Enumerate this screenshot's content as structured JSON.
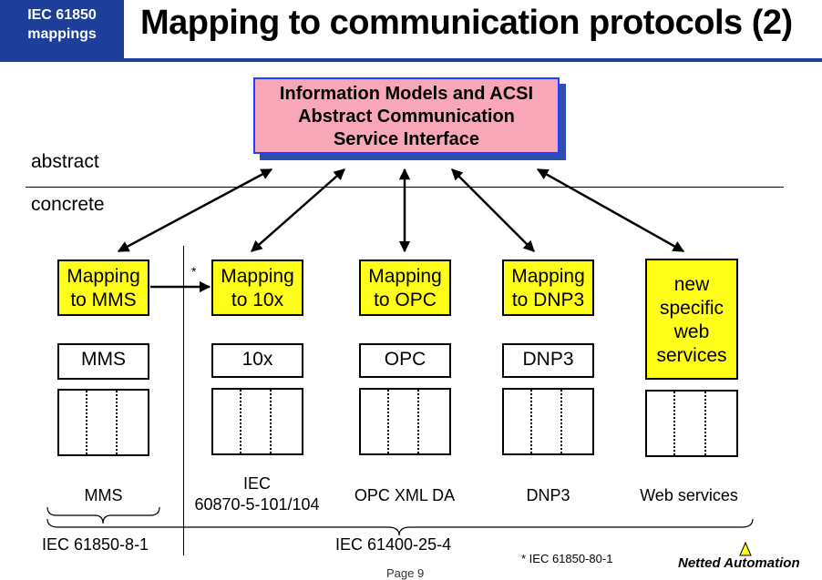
{
  "header": {
    "corner_line1": "IEC  61850",
    "corner_line2": "mappings",
    "title": "Mapping to communication protocols (2)"
  },
  "central_box": {
    "line1": "Information Models and ACSI",
    "line2": "Abstract Communication",
    "line3": "Service Interface"
  },
  "layers": {
    "abstract": "abstract",
    "concrete": "concrete"
  },
  "columns": [
    {
      "mapping": [
        "Mapping",
        "to MMS"
      ],
      "protocol": "MMS",
      "label": [
        "MMS"
      ]
    },
    {
      "mapping": [
        "Mapping",
        "to 10x"
      ],
      "protocol": "10x",
      "label": [
        "IEC",
        "60870-5-101/104"
      ]
    },
    {
      "mapping": [
        "Mapping",
        "to OPC"
      ],
      "protocol": "OPC",
      "label": [
        "OPC XML DA"
      ]
    },
    {
      "mapping": [
        "Mapping",
        "to DNP3"
      ],
      "protocol": "DNP3",
      "label": [
        "DNP3"
      ]
    },
    {
      "mapping": [
        "new",
        "specific",
        "web",
        "services"
      ],
      "protocol": "",
      "label": [
        "Web services"
      ]
    }
  ],
  "marker": "*",
  "footer": {
    "left": "IEC 61850-8-1",
    "right": "IEC 61400-25-4",
    "footnote": "* IEC 61850-80-1",
    "page": "Page 9"
  },
  "logo": {
    "text": "Netted Automation"
  },
  "colors": {
    "header_blue": "#1d3f9a",
    "box_yellow": "#ffff1a",
    "box_pink": "#f7a7b7",
    "box_border": "#2040ff"
  }
}
